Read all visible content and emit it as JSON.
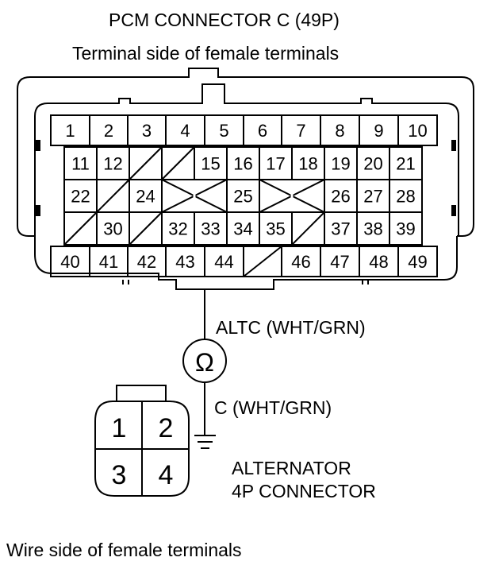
{
  "header": {
    "title": "PCM CONNECTOR C (49P)",
    "subtitle": "Terminal side of female terminals"
  },
  "pcm_connector": {
    "rows": [
      [
        "1",
        "2",
        "3",
        "4",
        "5",
        "6",
        "7",
        "8",
        "9",
        "10"
      ],
      [
        "11",
        "12",
        "",
        "",
        "15",
        "16",
        "17",
        "18",
        "19",
        "20",
        "21"
      ],
      [
        "22",
        "",
        "24",
        "",
        "",
        "25",
        "",
        "",
        "26",
        "27",
        "28"
      ],
      [
        "",
        "30",
        "",
        "32",
        "33",
        "34",
        "35",
        "",
        "37",
        "38",
        "39"
      ],
      [
        "40",
        "41",
        "42",
        "43",
        "44",
        "",
        "46",
        "47",
        "48",
        "49"
      ]
    ]
  },
  "wire": {
    "top_label": "ALTC (WHT/GRN)",
    "bottom_label": "C (WHT/GRN)",
    "meter_symbol": "Ω"
  },
  "alternator_connector": {
    "pins": [
      "1",
      "2",
      "3",
      "4"
    ],
    "label_line1": "ALTERNATOR",
    "label_line2": "4P CONNECTOR"
  },
  "footer": {
    "note": "Wire side of female terminals"
  }
}
